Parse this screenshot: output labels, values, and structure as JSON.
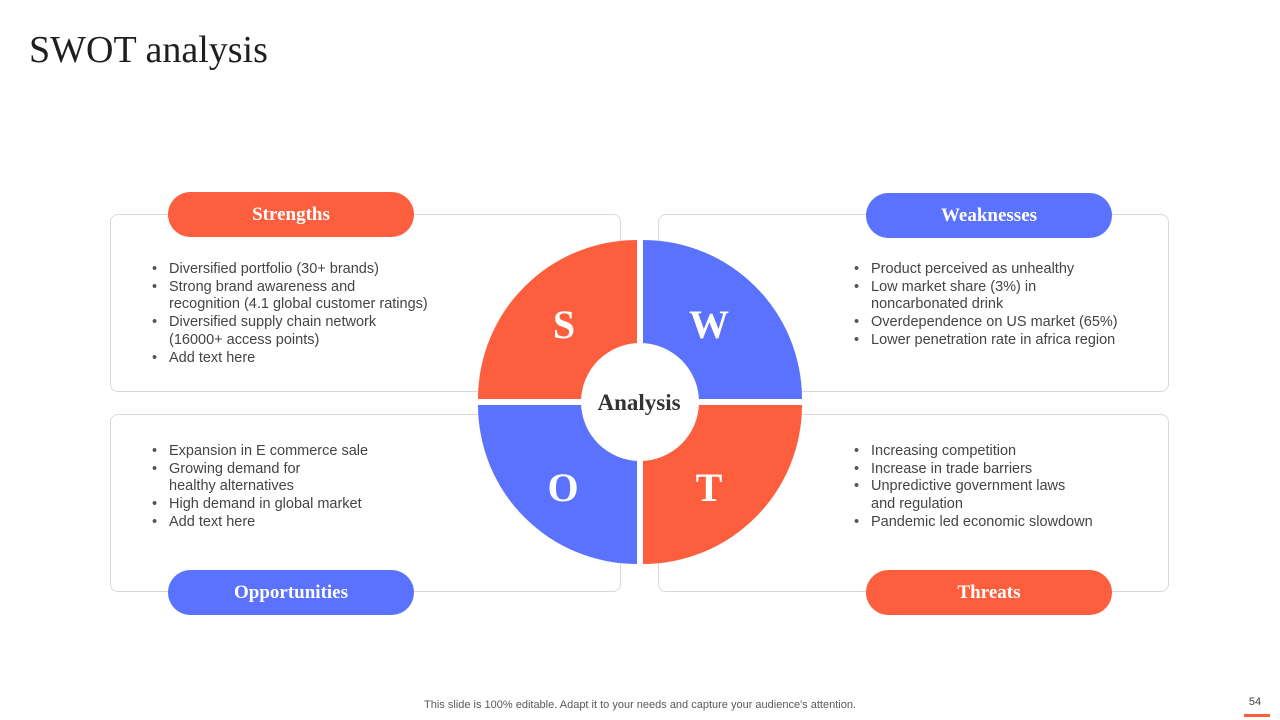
{
  "title": "SWOT analysis",
  "colors": {
    "accent_orange": "#fd5e3d",
    "accent_blue": "#5a72fd"
  },
  "center_label": "Analysis",
  "quadrants": {
    "strengths": {
      "letter": "S",
      "label": "Strengths",
      "points": [
        [
          "Diversified portfolio (30+ brands)"
        ],
        [
          "Strong brand awareness and",
          "recognition (4.1 global customer ratings)"
        ],
        [
          "Diversified supply chain network",
          "(16000+ access points)"
        ],
        [
          "Add text here"
        ]
      ]
    },
    "weaknesses": {
      "letter": "W",
      "label": "Weaknesses",
      "points": [
        [
          "Product perceived as unhealthy"
        ],
        [
          "Low market share (3%) in",
          "noncarbonated drink"
        ],
        [
          "Overdependence on US market (65%)"
        ],
        [
          "Lower penetration rate in africa region"
        ]
      ]
    },
    "opportunities": {
      "letter": "O",
      "label": "Opportunities",
      "points": [
        [
          "Expansion in E commerce sale"
        ],
        [
          "Growing demand for",
          "healthy alternatives"
        ],
        [
          "High demand in global market"
        ],
        [
          "Add text here"
        ]
      ]
    },
    "threats": {
      "letter": "T",
      "label": "Threats",
      "points": [
        [
          "Increasing competition"
        ],
        [
          "Increase in trade barriers"
        ],
        [
          "Unpredictive government laws",
          "and regulation"
        ],
        [
          "Pandemic led economic slowdown"
        ]
      ]
    }
  },
  "footer": "This slide is 100% editable. Adapt it to your needs and capture your audience's attention.",
  "page_number": "54"
}
